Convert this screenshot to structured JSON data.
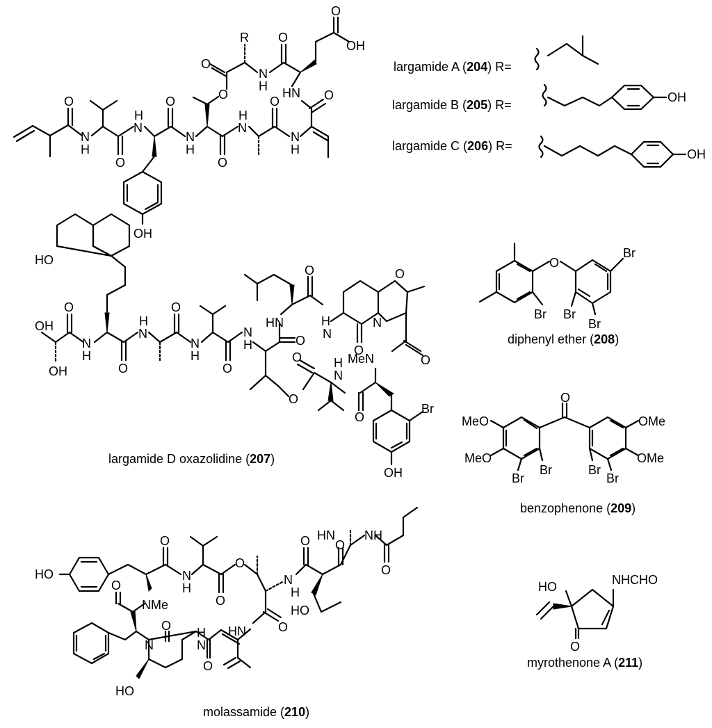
{
  "compounds": {
    "c204": {
      "prefix": "largamide A (",
      "num": "204",
      "suffix": ") R="
    },
    "c205": {
      "prefix": "largamide B (",
      "num": "205",
      "suffix": ") R="
    },
    "c206": {
      "prefix": "largamide C (",
      "num": "206",
      "suffix": ") R="
    },
    "c207": {
      "prefix": "largamide D oxazolidine (",
      "num": "207",
      "suffix": ")"
    },
    "c208": {
      "prefix": "diphenyl ether (",
      "num": "208",
      "suffix": ")"
    },
    "c209": {
      "prefix": "benzophenone (",
      "num": "209",
      "suffix": ")"
    },
    "c210": {
      "prefix": "molassamide (",
      "num": "210",
      "suffix": ")"
    },
    "c211": {
      "prefix": "myrothenone A (",
      "num": "211",
      "suffix": ")"
    }
  },
  "atoms": {
    "O": "O",
    "OH": "OH",
    "HO": "HO",
    "H": "H",
    "N": "N",
    "NH": "NH",
    "HN": "HN",
    "R": "R",
    "Br": "Br",
    "MeO": "MeO",
    "OMe": "OMe",
    "MeN": "MeN",
    "NMe": "NMe",
    "NHCHO": "NHCHO"
  }
}
